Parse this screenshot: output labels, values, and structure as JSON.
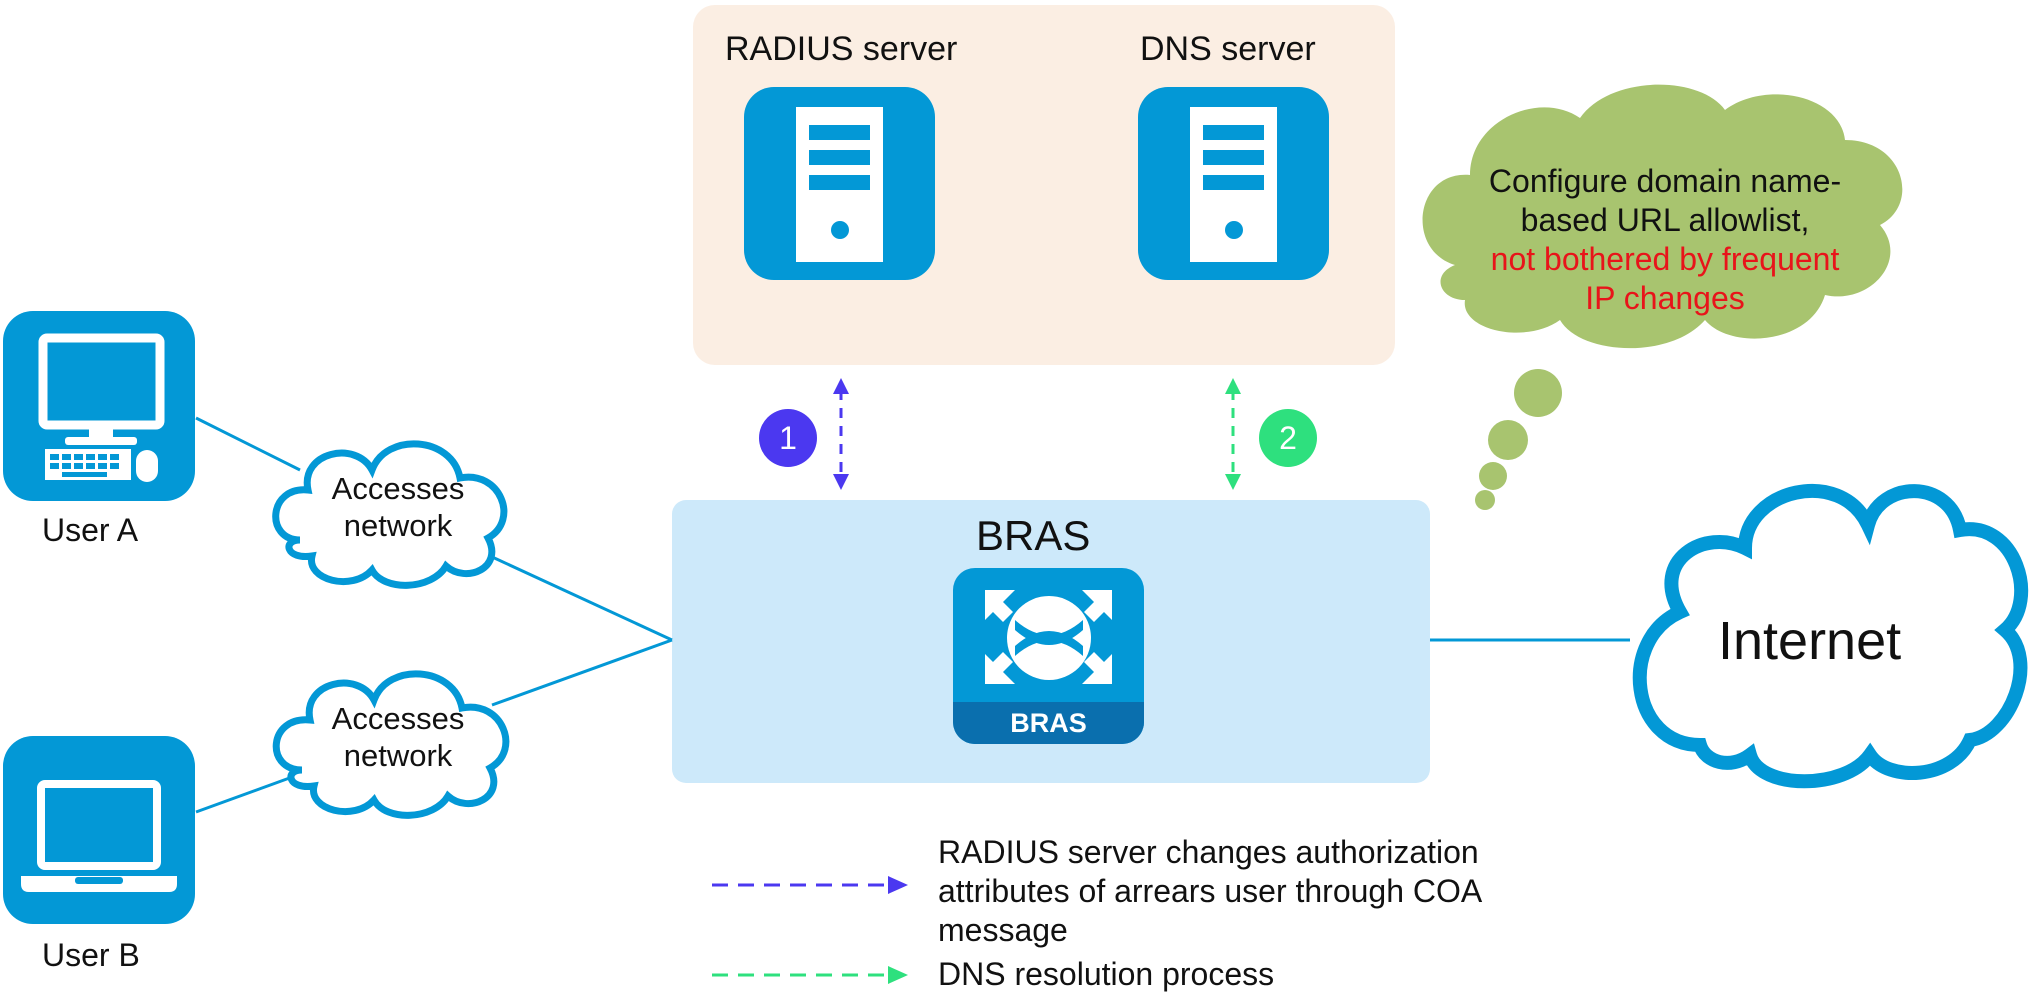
{
  "servers": {
    "radius_label": "RADIUS server",
    "dns_label": "DNS server"
  },
  "bras": {
    "title": "BRAS",
    "icon_text": "BRAS"
  },
  "users": {
    "a_label": "User A",
    "b_label": "User B"
  },
  "access_network": {
    "top_line1": "Accesses",
    "top_line2": "network",
    "bottom_line1": "Accesses",
    "bottom_line2": "network"
  },
  "internet_label": "Internet",
  "thought": {
    "line1": "Configure domain name-",
    "line2": "based URL allowlist,",
    "line3_highlight": "not bothered by frequent",
    "line4_highlight": "IP changes"
  },
  "steps": {
    "one": "1",
    "two": "2"
  },
  "legend": {
    "radius_line1": "RADIUS server changes authorization",
    "radius_line2": "attributes of arrears user through COA",
    "radius_line3": "message",
    "dns": "DNS resolution process"
  },
  "colors": {
    "device_blue": "#0398d6",
    "radius_purple": "#4b38f0",
    "dns_green": "#2ee07e",
    "cloud_green": "#a8c46f",
    "highlight_red": "#e8141a"
  }
}
